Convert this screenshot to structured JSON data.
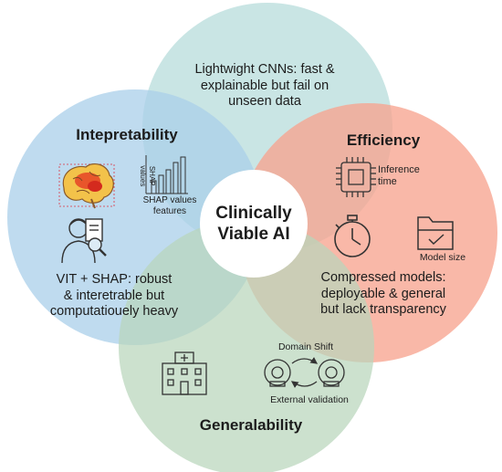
{
  "center": {
    "line1": "Clinically",
    "line2": "Viable AI"
  },
  "circles": {
    "top": {
      "color": "#bfe0df",
      "text": [
        "Lightwight CNNs: fast &",
        "explainable but fail on",
        "unseen data"
      ]
    },
    "left": {
      "color": "#a9cfe9",
      "title": "Intepretability",
      "text": [
        "VIT + SHAP: robust",
        "& interetrable but",
        "computatiouely heavy"
      ],
      "chart_axis_label": "SHAP values",
      "chart_caption": [
        "SHAP values",
        "features"
      ]
    },
    "right": {
      "color": "#f7a48f",
      "title": "Efficiency",
      "text": [
        "Compressed models:",
        "deployable & general",
        "but lack transparency"
      ],
      "icon_labels": {
        "inference": [
          "Inference",
          "time"
        ],
        "model_size": "Model size"
      }
    },
    "bottom": {
      "color": "#b9d5bb",
      "title": "Generalability",
      "icon_labels": {
        "domain_shift": "Domain Shift",
        "external_validation": "External validation"
      }
    }
  },
  "icons": [
    "brain-heatmap-icon",
    "bar-chart-icon",
    "researcher-magnifier-icon",
    "cpu-chip-icon",
    "stopwatch-icon",
    "folder-check-icon",
    "hospital-icon",
    "scanner-icon"
  ]
}
